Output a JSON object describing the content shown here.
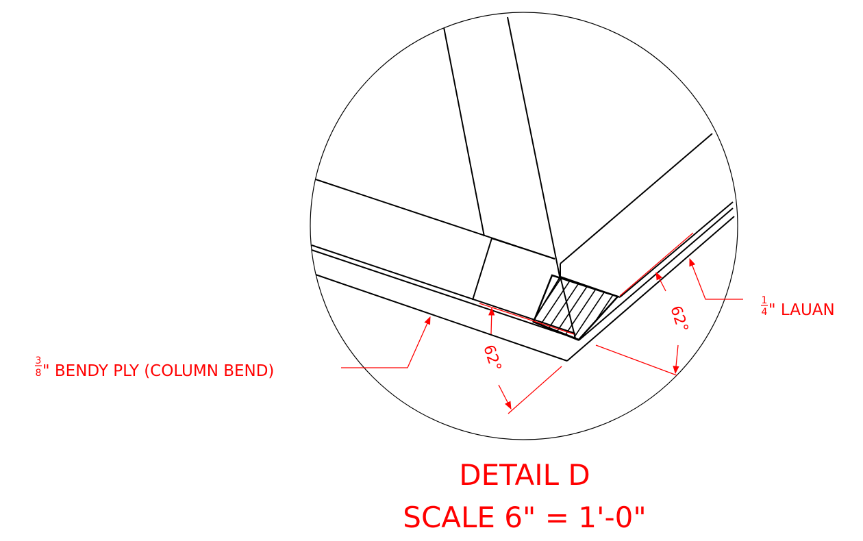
{
  "callouts": {
    "left": {
      "frac_num": "3",
      "frac_den": "8",
      "rest": "\" BENDY PLY (COLUMN BEND)"
    },
    "right": {
      "frac_num": "1",
      "frac_den": "4",
      "rest": "\" LAUAN"
    }
  },
  "dimensions": {
    "angle_left": "62°",
    "angle_right": "62°"
  },
  "title": {
    "line1": "DETAIL D",
    "line2": "SCALE 6\" = 1'-0\""
  },
  "colors": {
    "annotation": "#ff0000",
    "linework": "#000000"
  }
}
